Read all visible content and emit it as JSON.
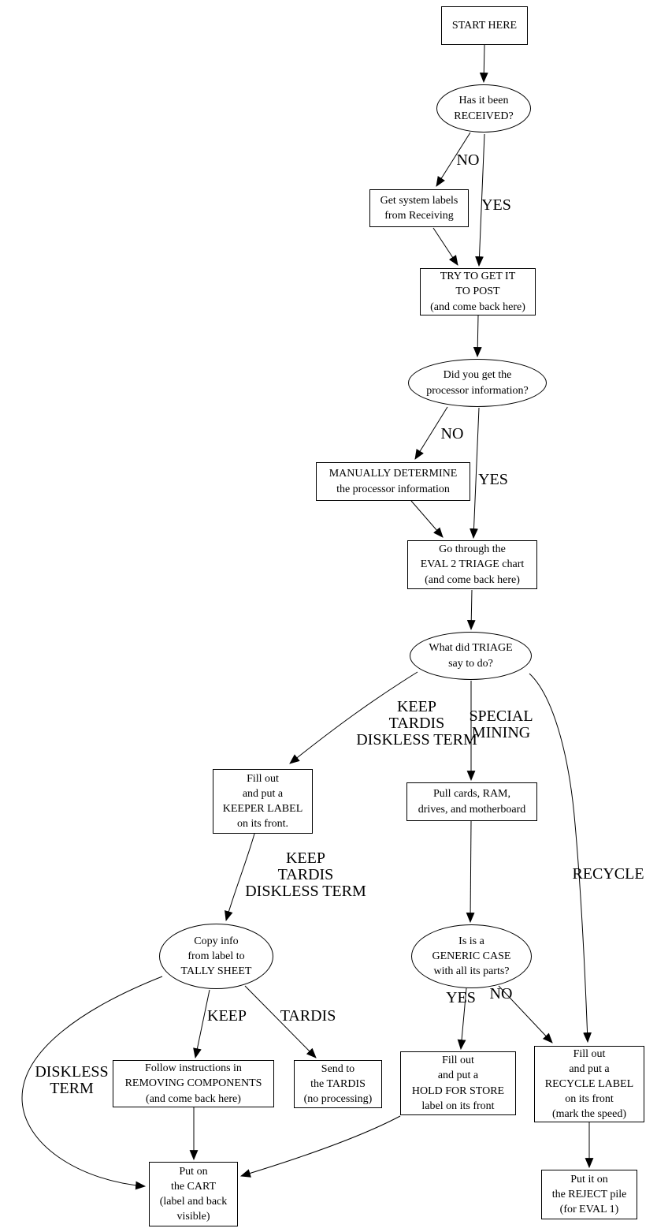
{
  "colors": {
    "background": "#ffffff",
    "stroke": "#000000",
    "text": "#000000"
  },
  "nodes": {
    "start": "START HERE",
    "received": "Has it been\nRECEIVED?",
    "get_labels": "Get system labels\nfrom Receiving",
    "try_post": "TRY TO GET IT\nTO POST\n(and come back here)",
    "processor": "Did you get the\nprocessor information?",
    "manually": "MANUALLY DETERMINE\nthe processor information",
    "eval2": "Go through the\nEVAL 2 TRIAGE chart\n(and come back here)",
    "triage": "What did TRIAGE\nsay to do?",
    "keeper": "Fill out\nand put a\nKEEPER LABEL\non its front.",
    "pull_cards": "Pull cards, RAM,\ndrives, and motherboard",
    "tally": "Copy info\nfrom label to\nTALLY SHEET",
    "generic": "Is is a\nGENERIC CASE\nwith all its parts?",
    "removing": "Follow instructions in\nREMOVING COMPONENTS\n(and come back here)",
    "send_tardis": "Send to\nthe TARDIS\n(no processing)",
    "hold_store": "Fill out\nand put a\nHOLD FOR STORE\nlabel on its front",
    "recycle_label": "Fill out\nand put a\nRECYCLE LABEL\non its front\n(mark the speed)",
    "cart": "Put on\nthe CART\n(label and back\nvisible)",
    "reject": "Put it on\nthe REJECT pile\n(for EVAL 1)"
  },
  "edge_labels": {
    "no1": "NO",
    "yes1": "YES",
    "no2": "NO",
    "yes2": "YES",
    "keep_tardis_diskless_1": "KEEP\nTARDIS\nDISKLESS TERM",
    "special_mining": "SPECIAL\nMINING",
    "recycle": "RECYCLE",
    "keep_tardis_diskless_2": "KEEP\nTARDIS\nDISKLESS TERM",
    "keep": "KEEP",
    "tardis": "TARDIS",
    "yes3": "YES",
    "no3": "NO",
    "diskless_term": "DISKLESS\nTERM"
  }
}
